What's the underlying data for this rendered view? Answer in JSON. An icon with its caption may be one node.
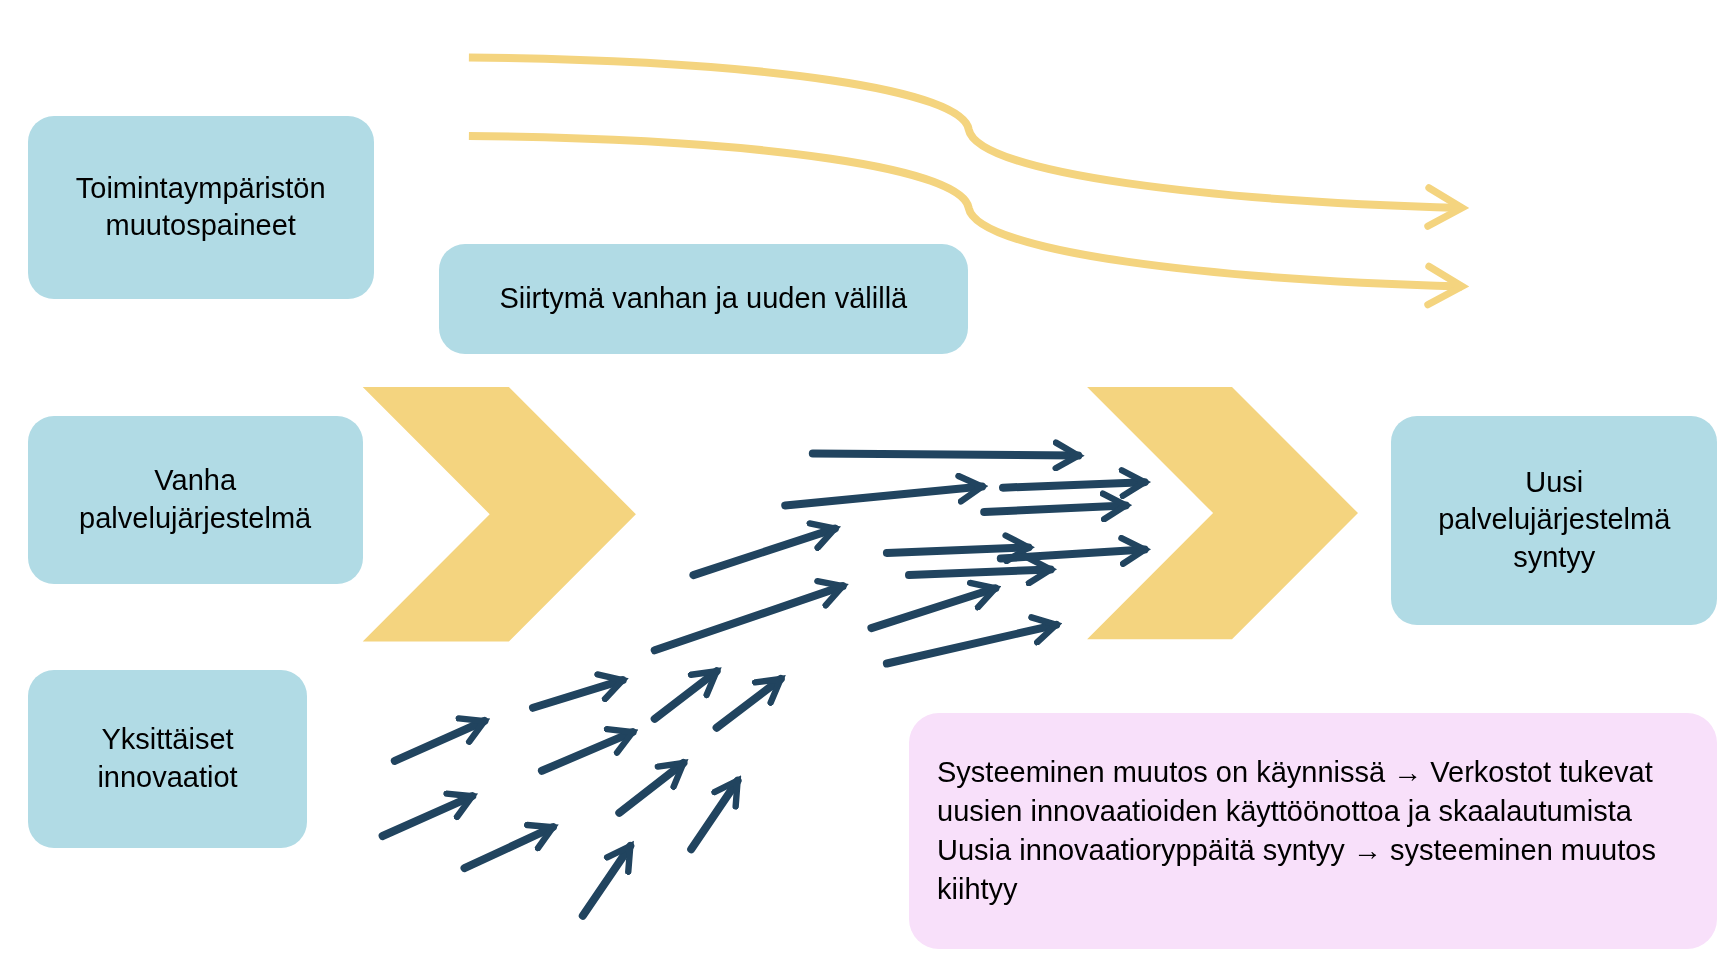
{
  "diagram": {
    "nodes": [
      {
        "text": [
          "Toimintaympäristön muutospaineet"
        ]
      },
      {
        "text": [
          "Siirtymä vanhan ja uuden välillä"
        ]
      },
      {
        "text": [
          "Vanha palvelujärjestelmä"
        ]
      },
      {
        "text": [],
        "shape": "chevron"
      },
      {
        "text": [],
        "shape": "chevron"
      },
      {
        "text": [
          "Uusi palvelujärjestelmä syntyy"
        ]
      },
      {
        "text": [
          "Yksittäiset innovaatiot"
        ]
      },
      {
        "text": [
          "Systeeminen muutos on käynnissä → Verkostot tukevat uusien innovaatioiden käyttöönottoa ja skaalautumista",
          "Uusia innovaatioryppäitä syntyy → systeeminen muutos kiihtyy"
        ]
      }
    ]
  }
}
